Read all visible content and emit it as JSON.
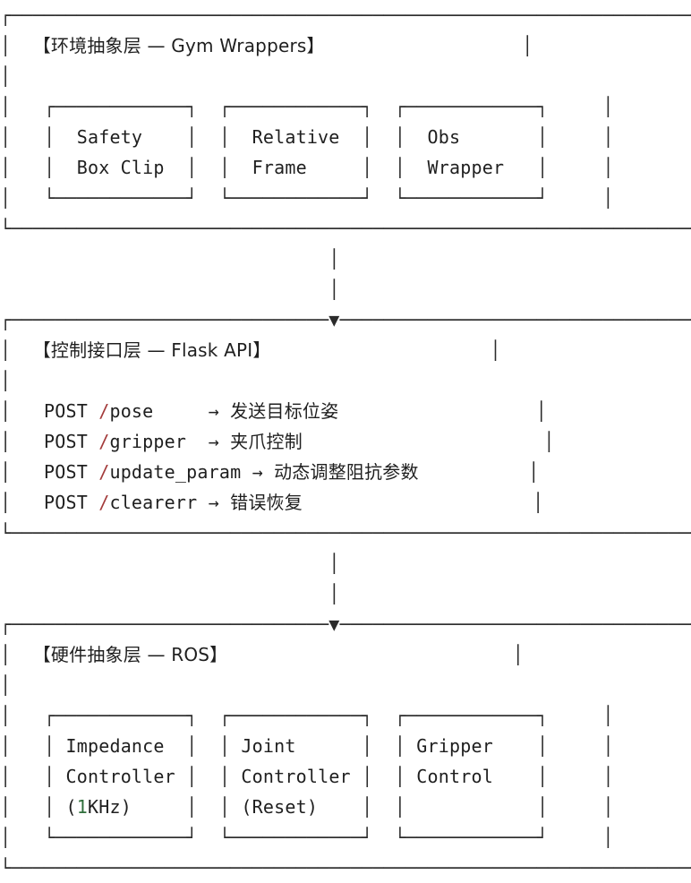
{
  "env_layer": {
    "title": "【环境抽象层 — Gym Wrappers】",
    "box1_line1": "Safety",
    "box1_line2": "Box Clip",
    "box2_line1": "Relative",
    "box2_line2": "Frame",
    "box3_line1": "Obs",
    "box3_line2": "Wrapper"
  },
  "api_layer": {
    "title": "【控制接口层 — Flask API】",
    "endpoints": [
      {
        "method": "POST",
        "path": "pose",
        "desc": "发送目标位姿"
      },
      {
        "method": "POST",
        "path": "gripper",
        "desc": "夹爪控制"
      },
      {
        "method": "POST",
        "path": "update_param",
        "desc": "动态调整阻抗参数"
      },
      {
        "method": "POST",
        "path": "clearerr",
        "desc": "错误恢复"
      }
    ]
  },
  "hw_layer": {
    "title": "【硬件抽象层 — ROS】",
    "box1_line1": "Impedance",
    "box1_line2": "Controller",
    "box1_line3_num": "1",
    "box1_line3_rest": "KHz)",
    "box2_line1": "Joint",
    "box2_line2": "Controller",
    "box2_line3": "(Reset)",
    "box3_line1": "Gripper",
    "box3_line2": "Control"
  }
}
